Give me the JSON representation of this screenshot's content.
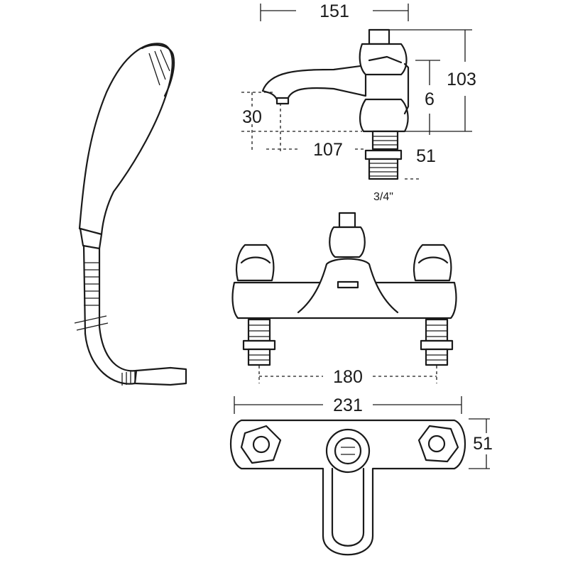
{
  "title": "Bath shower mixer dimension drawing",
  "dimensions": {
    "spout_length": "151",
    "overall_height": "103",
    "body_height": "6",
    "spout_height": "30",
    "spout_projection": "107",
    "thread_length": "51",
    "thread_size": "3/4\"",
    "centres": "180",
    "overall_width": "231",
    "plate_depth": "51"
  },
  "colors": {
    "line": "#1a1a1a",
    "background": "#ffffff"
  }
}
